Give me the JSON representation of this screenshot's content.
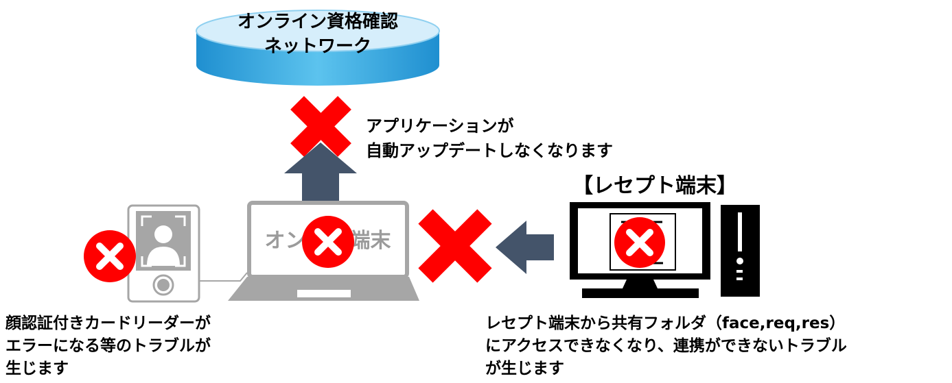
{
  "network": {
    "line1": "オンライン資格確認",
    "line2": "ネットワーク"
  },
  "update_notice": {
    "line1": "アプリケーションが",
    "line2": "自動アップデートしなくなります"
  },
  "receipt_terminal": {
    "title": "【レセプト端末】"
  },
  "online_terminal": {
    "label": "オンライン資格確認端末"
  },
  "card_reader_issue": {
    "line1": "顔認証付きカードリーダーが",
    "line2": "エラーになる等のトラブルが",
    "line3": "生じます"
  },
  "receipt_issue": {
    "line1": "レセプト端末から共有フォルダ（face,req,res）",
    "line2": "にアクセスできなくなり、連携ができないトラブル",
    "line3": "が生じます"
  },
  "colors": {
    "network_fill": "#33aadd",
    "network_top": "#d6eefb",
    "arrow": "#44546a",
    "error_red": "#ff0000",
    "device_gray": "#a6a6a6"
  }
}
